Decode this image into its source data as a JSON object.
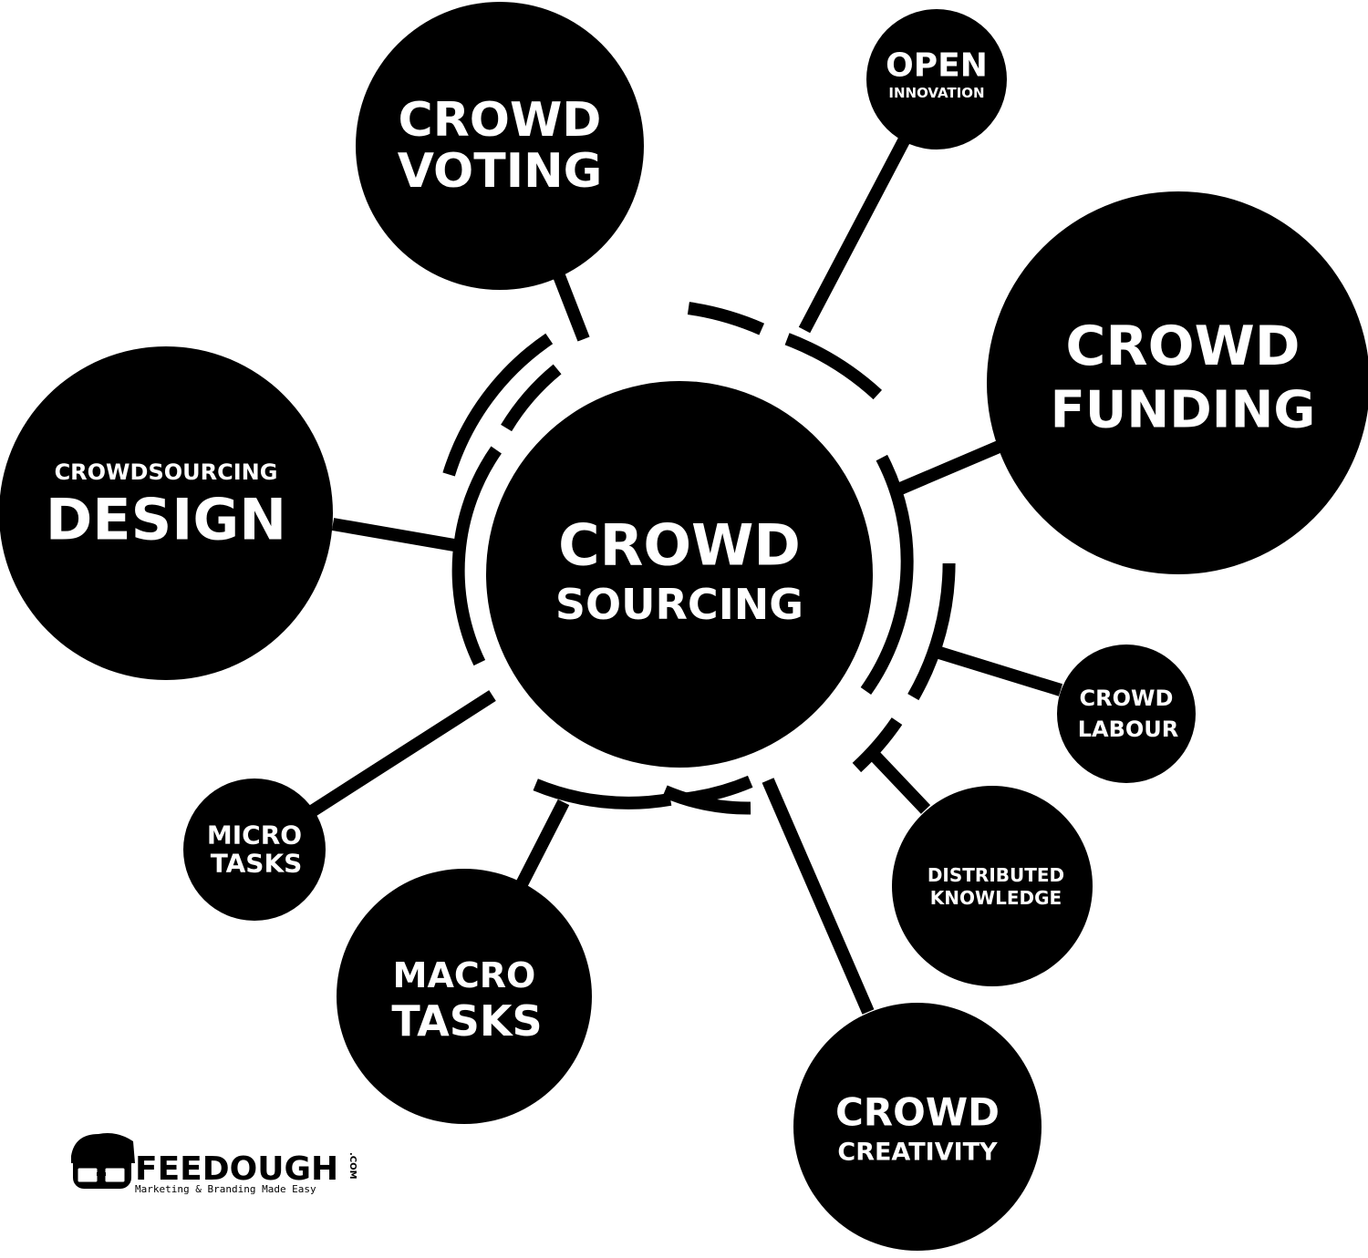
{
  "colors": {
    "background": "#ffffff",
    "node_fill": "#000000",
    "node_text": "#ffffff",
    "connector": "#000000"
  },
  "center": {
    "line1": "CROWD",
    "line2": "SOURCING"
  },
  "nodes": {
    "crowd_voting": {
      "line1": "CROWD",
      "line2": "VOTING"
    },
    "open_innovation": {
      "line1": "OPEN",
      "line2": "INNOVATION"
    },
    "crowd_funding": {
      "line1": "CROWD",
      "line2": "FUNDING"
    },
    "crowdsourcing_design": {
      "line1": "CROWDSOURCING",
      "line2": "DESIGN"
    },
    "crowd_labour": {
      "line1": "CROWD",
      "line2": "LABOUR"
    },
    "distributed_knowledge": {
      "line1": "DISTRIBUTED",
      "line2": "KNOWLEDGE"
    },
    "micro_tasks": {
      "line1": "MICRO",
      "line2": "TASKS"
    },
    "macro_tasks": {
      "line1": "MACRO",
      "line2": "TASKS"
    },
    "crowd_creativity": {
      "line1": "CROWD",
      "line2": "CREATIVITY"
    }
  },
  "logo": {
    "icon": "nerd-glasses-face-icon",
    "brand": "FEEDOUGH",
    "suffix": ".COM",
    "tagline": "Marketing & Branding Made Easy"
  }
}
